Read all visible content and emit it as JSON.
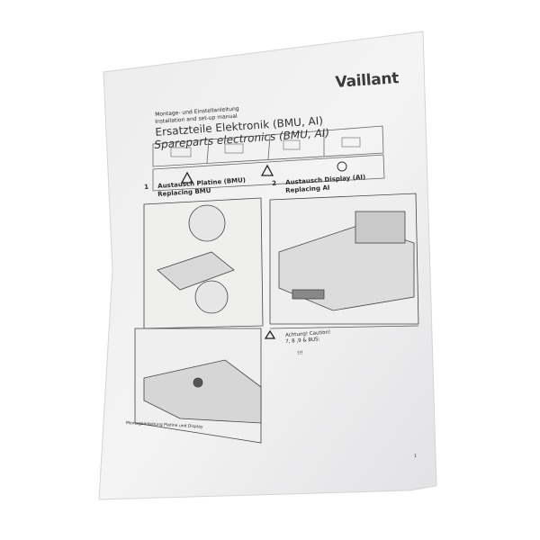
{
  "document": {
    "brand": "Vaillant",
    "subtitle_de": "Montage- und Einstellanleitung",
    "subtitle_en": "Installation and set-up manual",
    "title_de": "Ersatzteile Elektronik (BMU, AI)",
    "title_en": "Spareparts electronics (BMU, AI)",
    "sections": [
      {
        "number": "1",
        "title_de": "Austausch Platine (BMU)",
        "title_en": "Replacing BMU"
      },
      {
        "number": "2",
        "title_de": "Austausch Display (AI)",
        "title_en": "Replacing AI"
      }
    ],
    "caution": {
      "line1": "Achtung! Caution!",
      "line2": "7, 8 ,9 & BUS:",
      "line3": "!!!"
    },
    "footer": "Montageanleitung Platine und Display",
    "page_number": "1",
    "icons": [
      "warning-triangle-icon",
      "electric-shock-icon",
      "book-icon"
    ]
  }
}
